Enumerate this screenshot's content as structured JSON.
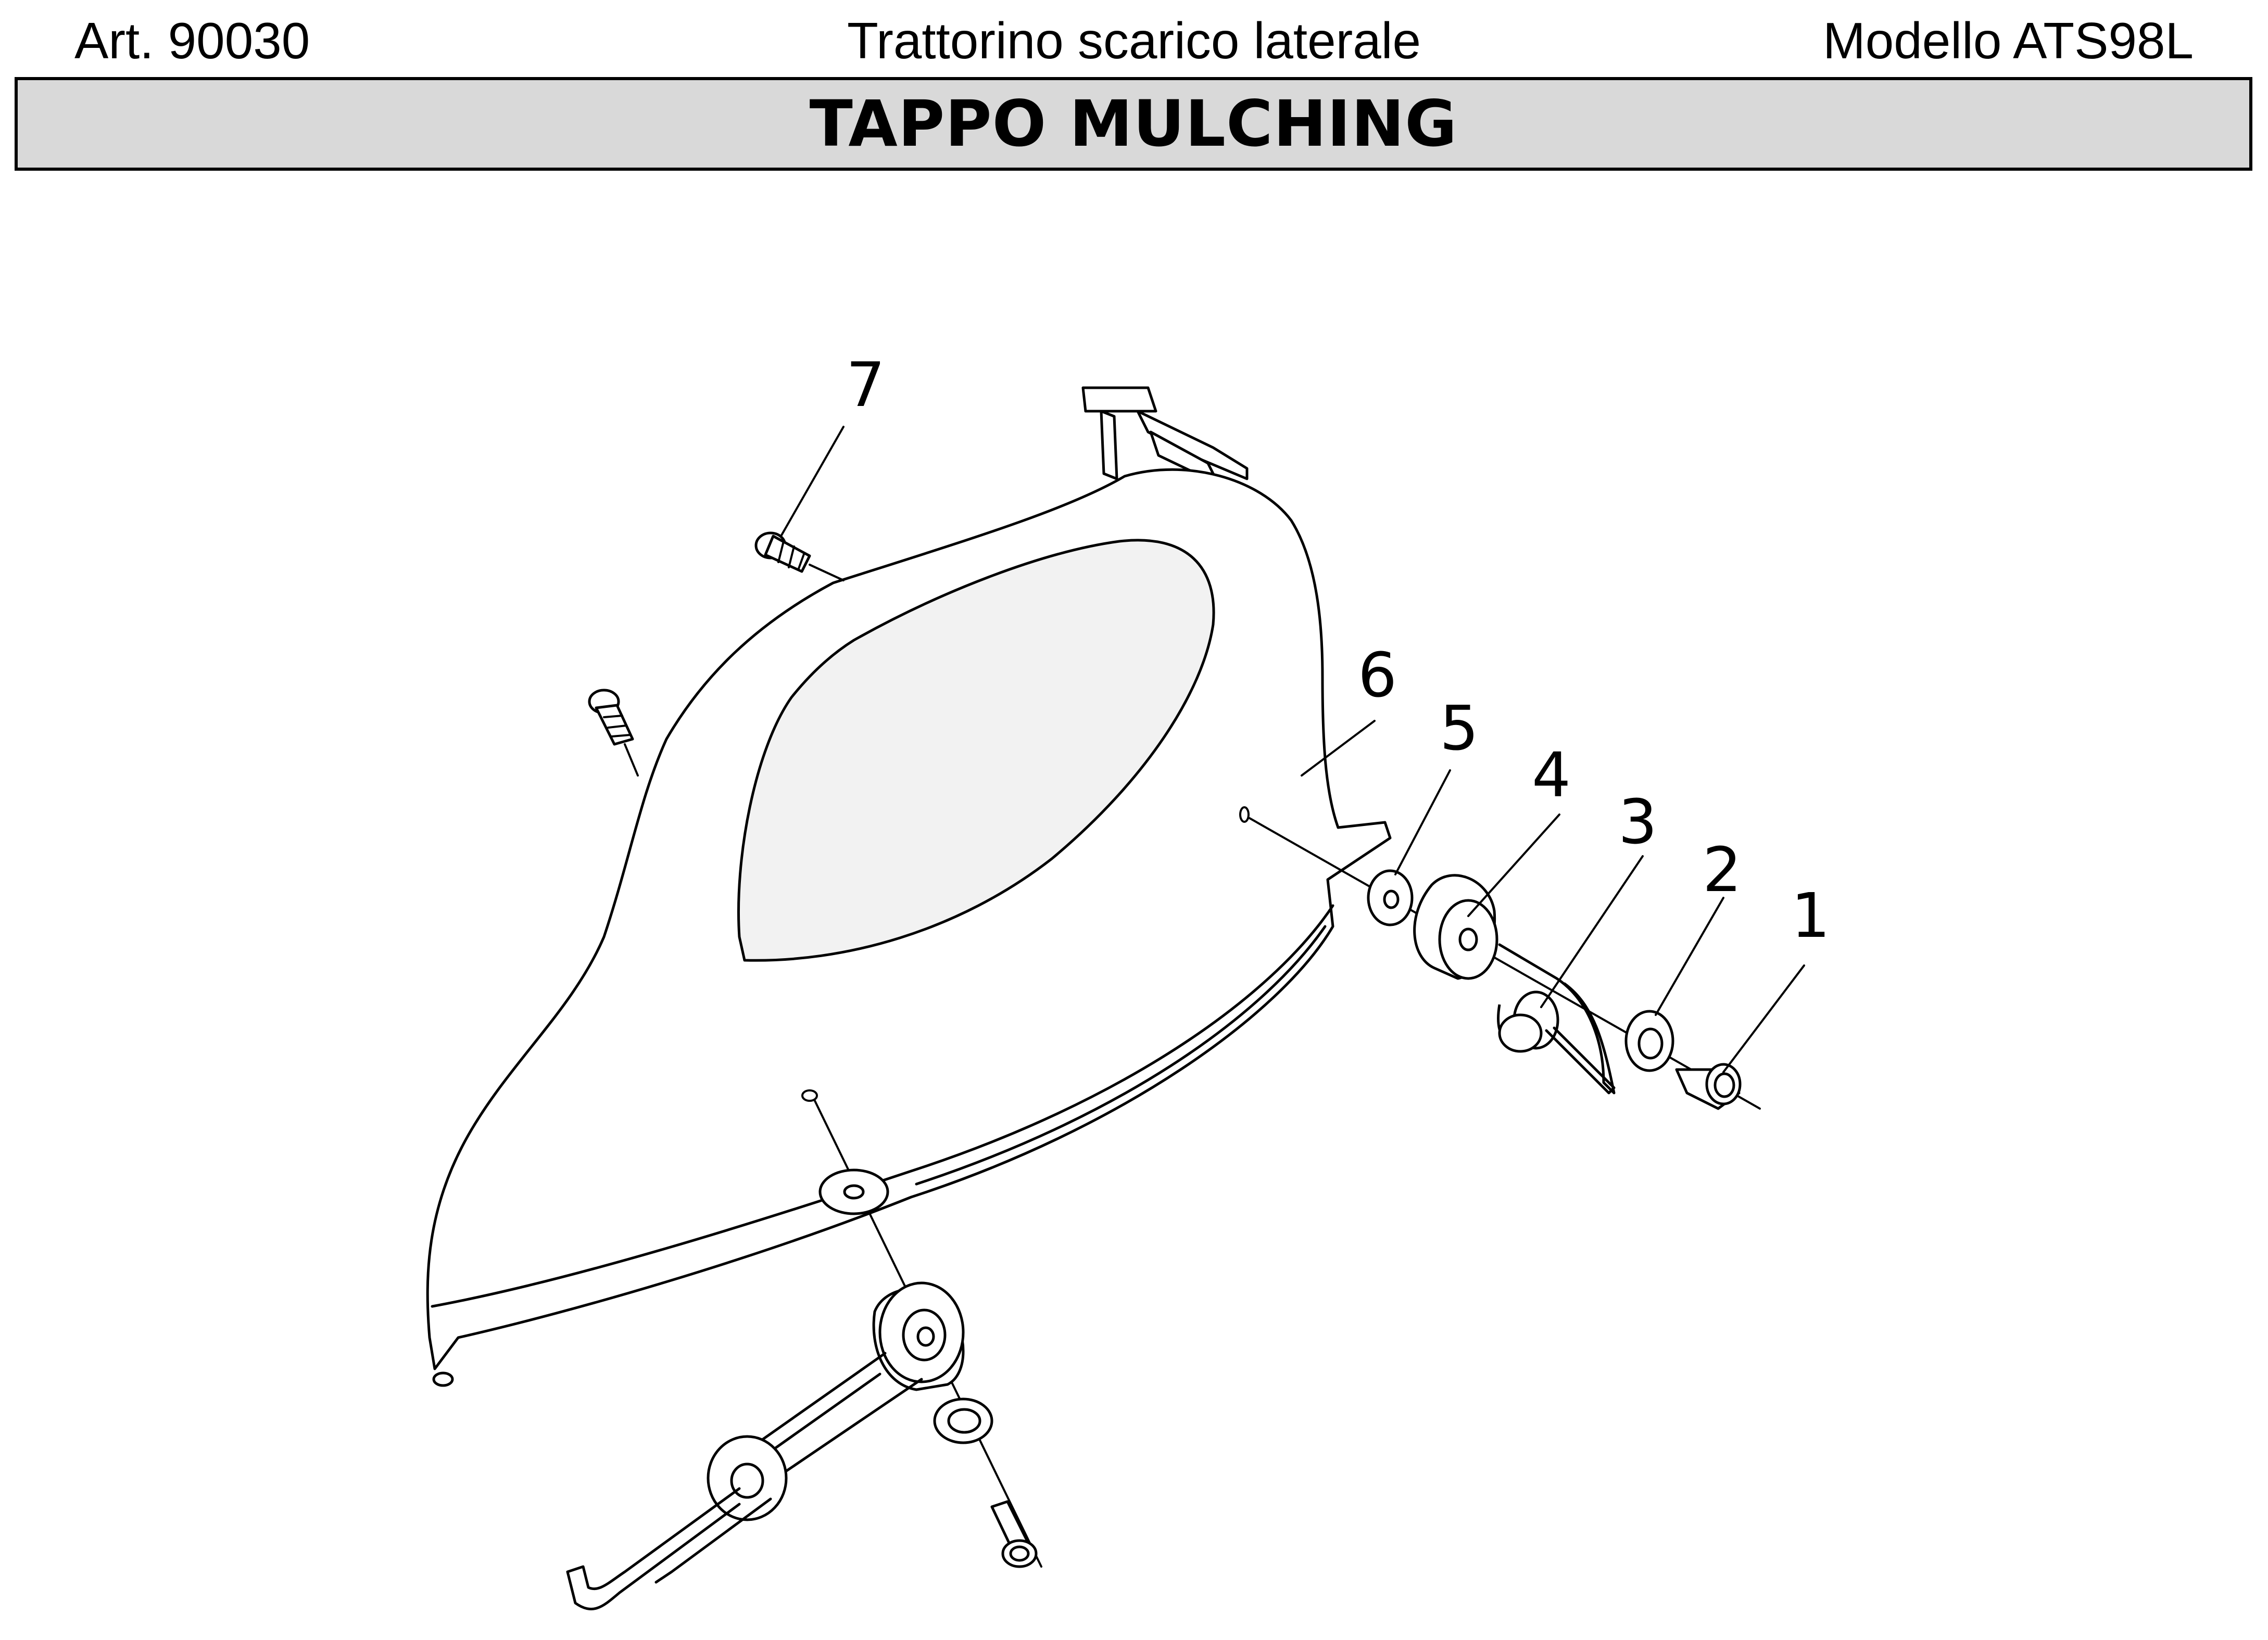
{
  "header": {
    "article": "Art. 90030",
    "description": "Trattorino scarico laterale",
    "model": "Modello ATS98L"
  },
  "title": "TAPPO MULCHING",
  "diagram": {
    "callouts": [
      "1",
      "2",
      "3",
      "4",
      "5",
      "6",
      "7"
    ]
  }
}
